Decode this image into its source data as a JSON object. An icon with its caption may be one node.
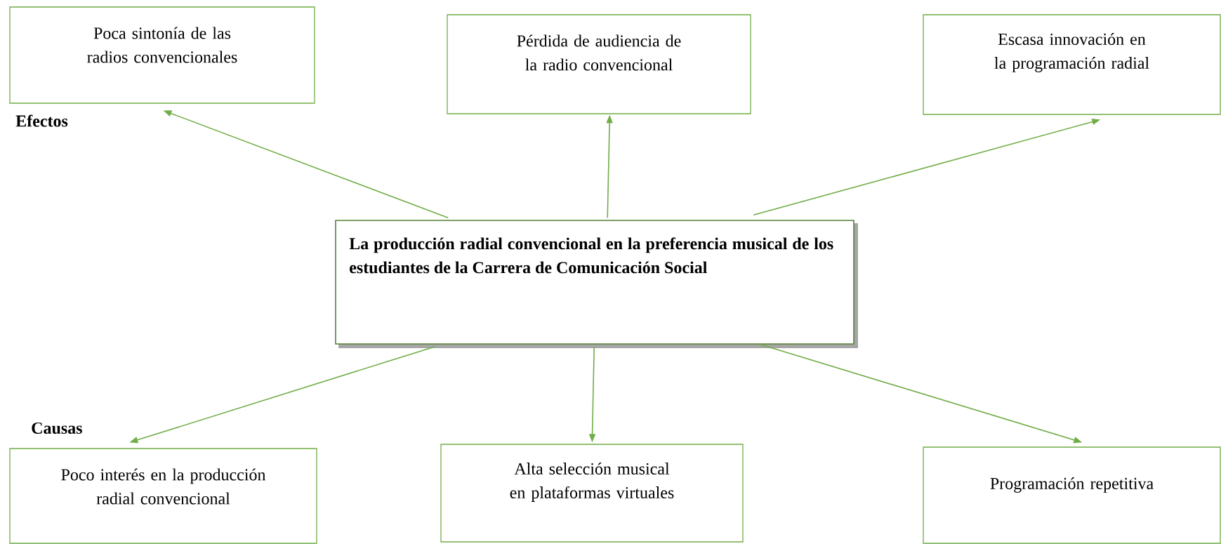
{
  "diagram": {
    "nodes": [
      {
        "text": [
          "Poca sintonía de las radios convencionales"
        ]
      },
      {
        "text": [
          "Pérdida de audiencia de la radio convencional"
        ]
      },
      {
        "text": [
          "Escasa innovación en la programación radial"
        ]
      },
      {
        "text": [
          "La producción radial convencional en la preferencia musical de los estudiantes de la Carrera de Comunicación Social"
        ]
      },
      {
        "text": [
          "Poco interés en la producción radial convencional"
        ]
      },
      {
        "text": [
          "Alta selección musical en plataformas virtuales"
        ]
      },
      {
        "text": [
          "Programación repetitiva"
        ]
      }
    ],
    "edges": [
      {
        "from": 3,
        "to": 0,
        "arrow": "to"
      },
      {
        "from": 3,
        "to": 1,
        "arrow": "to"
      },
      {
        "from": 3,
        "to": 2,
        "arrow": "to"
      },
      {
        "from": 3,
        "to": 4,
        "arrow": "to"
      },
      {
        "from": 3,
        "to": 5,
        "arrow": "to"
      },
      {
        "from": 3,
        "to": 6,
        "arrow": "to"
      }
    ],
    "labels": [
      "Efectos",
      "Causas"
    ]
  }
}
